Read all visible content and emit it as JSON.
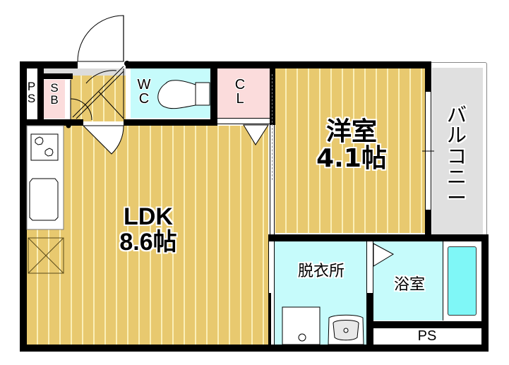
{
  "floorplan": {
    "rooms": {
      "ldk": {
        "name": "LDK",
        "size": "8.6帖"
      },
      "western_room": {
        "name": "洋室",
        "size": "4.1帖"
      },
      "balcony": {
        "chars": [
          "バ",
          "ル",
          "コ",
          "ニ",
          "ー"
        ]
      },
      "dressing_room": {
        "name": "脱衣所"
      },
      "bathroom": {
        "name": "浴室"
      },
      "wc": {
        "chars": [
          "W",
          "C"
        ]
      },
      "closet": {
        "chars": [
          "C",
          "L"
        ]
      },
      "shoe_box": {
        "chars": [
          "S",
          "B"
        ]
      },
      "pipe_space_left": {
        "chars": [
          "P",
          "S"
        ]
      },
      "pipe_space_bottom": {
        "name": "PS"
      }
    },
    "colors": {
      "wood_floor": "#e8c96f",
      "wood_stripe": "#fbefb8",
      "wet_area": "#c6fbfb",
      "storage": "#fbdcdc",
      "balcony": "#e0e0e0",
      "bathtub": "#7ff7f7",
      "wall": "#000000"
    }
  }
}
